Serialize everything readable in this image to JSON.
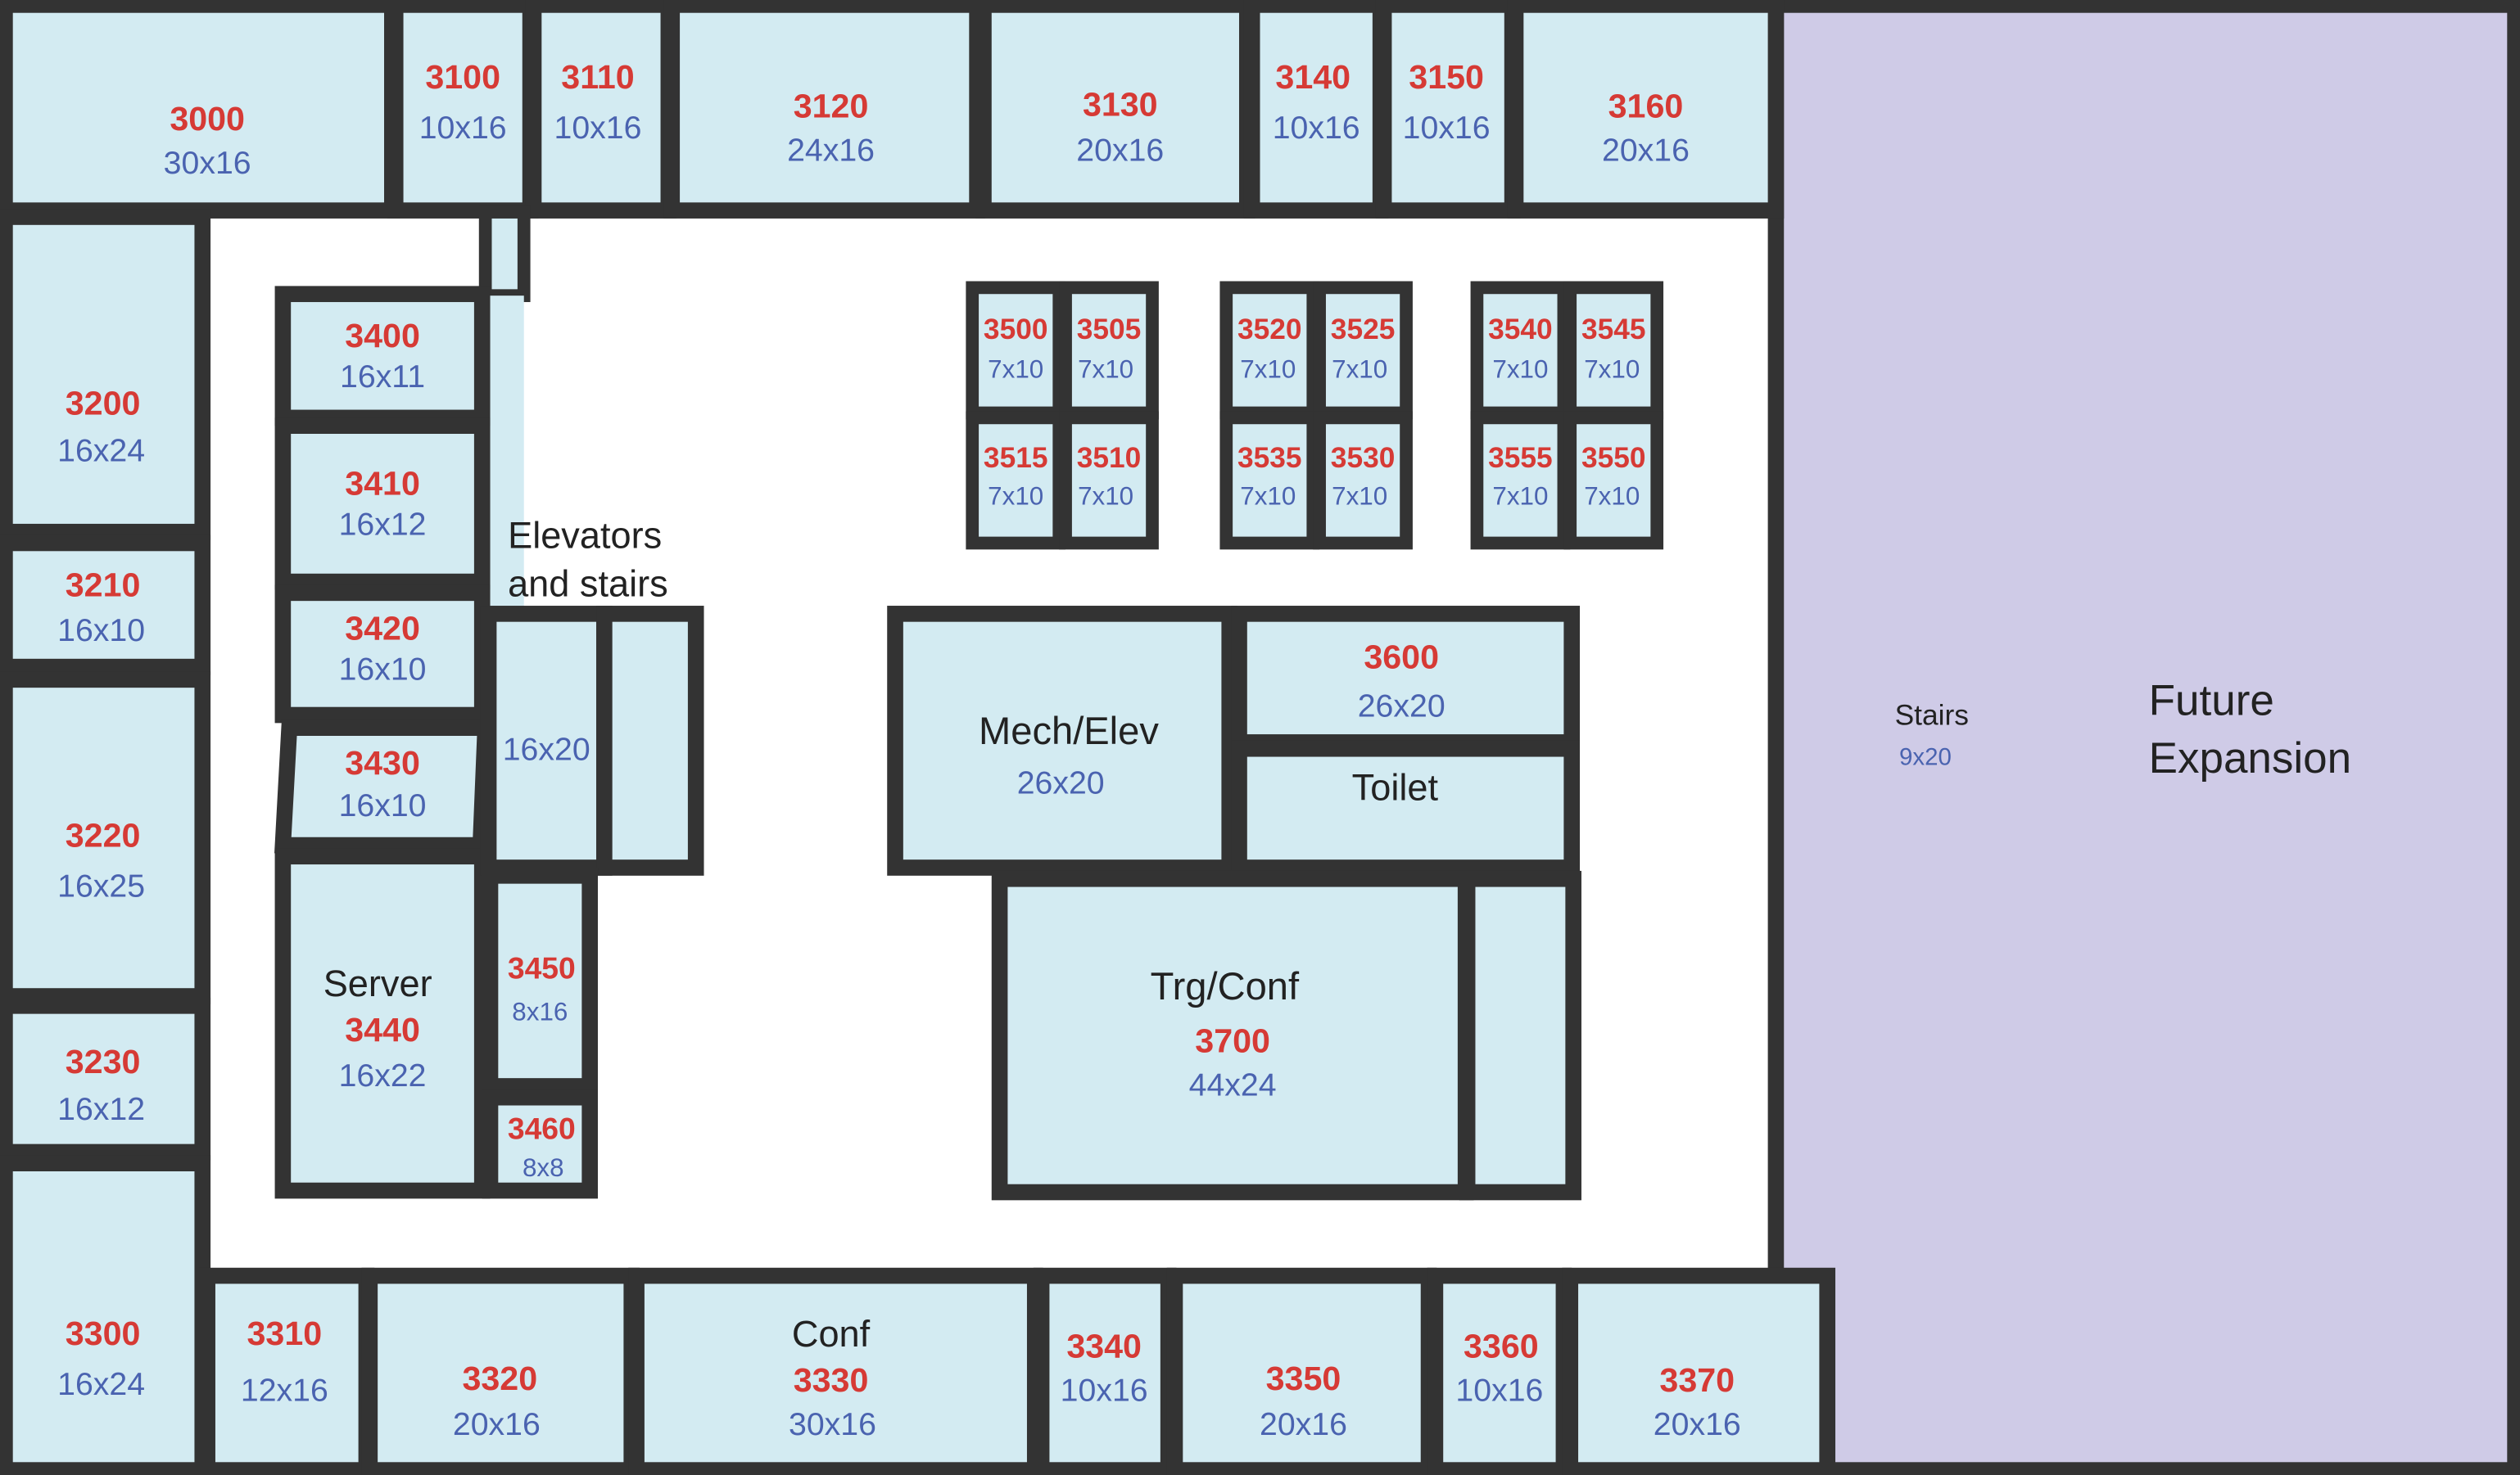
{
  "rooms": {
    "r3000": {
      "number": "3000",
      "size": "30x16"
    },
    "r3100": {
      "number": "3100",
      "size": "10x16"
    },
    "r3110": {
      "number": "3110",
      "size": "10x16"
    },
    "r3120": {
      "number": "3120",
      "size": "24x16"
    },
    "r3130": {
      "number": "3130",
      "size": "20x16"
    },
    "r3140": {
      "number": "3140",
      "size": "10x16"
    },
    "r3150": {
      "number": "3150",
      "size": "10x16"
    },
    "r3160": {
      "number": "3160",
      "size": "20x16"
    },
    "r3200": {
      "number": "3200",
      "size": "16x24"
    },
    "r3210": {
      "number": "3210",
      "size": "16x10"
    },
    "r3220": {
      "number": "3220",
      "size": "16x25"
    },
    "r3230": {
      "number": "3230",
      "size": "16x12"
    },
    "r3300": {
      "number": "3300",
      "size": "16x24"
    },
    "r3310": {
      "number": "3310",
      "size": "12x16"
    },
    "r3320": {
      "number": "3320",
      "size": "20x16"
    },
    "r3330": {
      "number": "3330",
      "size": "30x16",
      "label": "Conf"
    },
    "r3340": {
      "number": "3340",
      "size": "10x16"
    },
    "r3350": {
      "number": "3350",
      "size": "20x16"
    },
    "r3360": {
      "number": "3360",
      "size": "10x16"
    },
    "r3370": {
      "number": "3370",
      "size": "20x16"
    },
    "r3400": {
      "number": "3400",
      "size": "16x11"
    },
    "r3410": {
      "number": "3410",
      "size": "16x12"
    },
    "r3420": {
      "number": "3420",
      "size": "16x10"
    },
    "r3430": {
      "number": "3430",
      "size": "16x10"
    },
    "r3440": {
      "number": "3440",
      "size": "16x22",
      "label": "Server"
    },
    "r3450": {
      "number": "3450",
      "size": "8x16"
    },
    "r3460": {
      "number": "3460",
      "size": "8x8"
    },
    "r3500": {
      "number": "3500",
      "size": "7x10"
    },
    "r3505": {
      "number": "3505",
      "size": "7x10"
    },
    "r3515": {
      "number": "3515",
      "size": "7x10"
    },
    "r3510": {
      "number": "3510",
      "size": "7x10"
    },
    "r3520": {
      "number": "3520",
      "size": "7x10"
    },
    "r3525": {
      "number": "3525",
      "size": "7x10"
    },
    "r3535": {
      "number": "3535",
      "size": "7x10"
    },
    "r3530": {
      "number": "3530",
      "size": "7x10"
    },
    "r3540": {
      "number": "3540",
      "size": "7x10"
    },
    "r3545": {
      "number": "3545",
      "size": "7x10"
    },
    "r3555": {
      "number": "3555",
      "size": "7x10"
    },
    "r3550": {
      "number": "3550",
      "size": "7x10"
    },
    "r3600": {
      "number": "3600",
      "size": "26x20"
    },
    "r3700": {
      "number": "3700",
      "size": "44x24",
      "label": "Trg/Conf"
    }
  },
  "other": {
    "elevators_line1": "Elevators",
    "elevators_line2": "and stairs",
    "elevator_size": "16x20",
    "mech_label": "Mech/Elev",
    "mech_size": "26x20",
    "toilet_label": "Toilet",
    "stairs_label": "Stairs",
    "stairs_size": "9x20",
    "future_line1": "Future",
    "future_line2": "Expansion"
  },
  "colors": {
    "room_fill": "#d3ebf2",
    "wall": "#333333",
    "room_number": "#d63a35",
    "room_size": "#4a63b0",
    "future_expansion": "#cfcbe7"
  }
}
